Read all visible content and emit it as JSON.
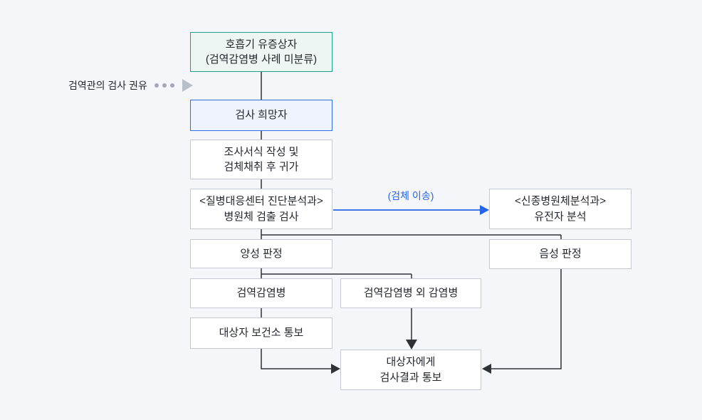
{
  "diagram": {
    "title_semantic": "quarantine-respiratory-testing-flowchart",
    "annotation": {
      "label": "검역관의 검사 권유"
    },
    "edge_label_specimen_transfer": "(검체 이송)",
    "nodes": {
      "symptomatic": {
        "label": "호흡기 유증상자\n(검역감염병 사례 미분류)"
      },
      "test_applicant": {
        "label": "검사 희망자"
      },
      "survey_form": {
        "label": "조사서식 작성 및\n검체채취 후 귀가"
      },
      "center_diagnostic": {
        "label": "<질병대응센터 진단분석과>\n병원체 검출 검사"
      },
      "novel_pathogen": {
        "label": "<신종병원체분석과>\n유전자 분석"
      },
      "positive": {
        "label": "양성 판정"
      },
      "negative": {
        "label": "음성 판정"
      },
      "quarantine_disease": {
        "label": "검역감염병"
      },
      "non_quarantine_disease": {
        "label": "검역감염병 외 감염병"
      },
      "health_center_notify": {
        "label": "대상자 보건소 통보"
      },
      "result_notify": {
        "label": "대상자에게\n검사결과 통보"
      }
    },
    "colors": {
      "background": "#f5f6fa",
      "box_border": "#c5c9d1",
      "teal_border": "#1aa28a",
      "teal_fill": "#edf6f3",
      "blue_border": "#2e6ee6",
      "blue_fill": "#eef3fd",
      "text": "#24272c",
      "connector": "#2e3136",
      "blue_accent": "#2563e8",
      "gray_dots": "#a3a9b2",
      "gray_triangle": "#b9bfc7"
    }
  }
}
